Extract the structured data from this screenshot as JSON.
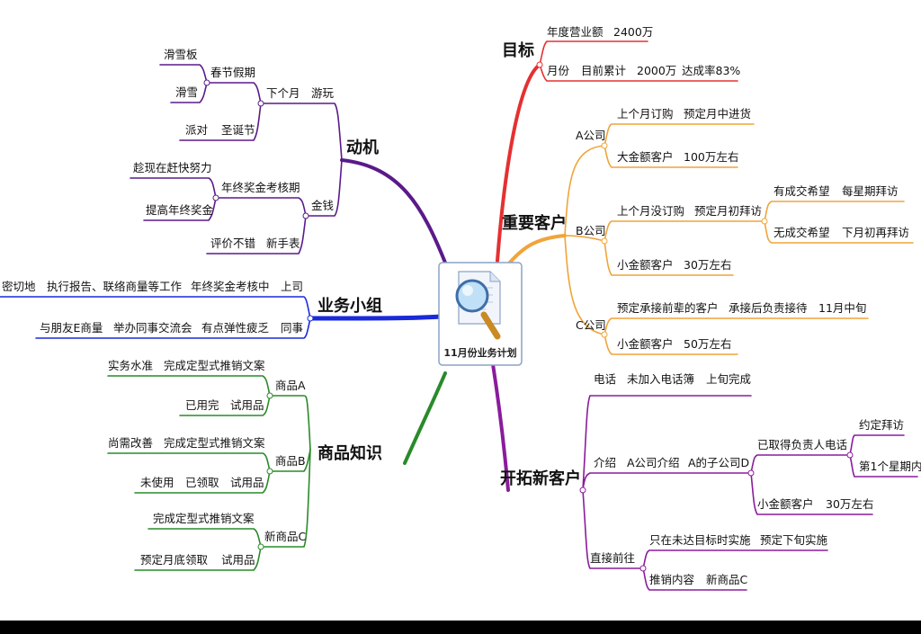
{
  "center": {
    "title": "11月份业务计划",
    "icon": "magnifier-document-icon"
  },
  "colors": {
    "goal": "#e53030",
    "keyClients": "#f0a43a",
    "newClients": "#8a1c9c",
    "motive": "#5a1a8a",
    "team": "#1a2ad8",
    "product": "#2a8a2a"
  },
  "branches": {
    "goal": {
      "label": "目标",
      "items": [
        "年度营业额",
        "2400万",
        "月份",
        "目前累计",
        "2000万",
        "达成率83%"
      ]
    },
    "keyClients": {
      "label": "重要客户",
      "items": [
        "A公司",
        "上个月订购",
        "预定月中进货",
        "大金额客户",
        "100万左右",
        "B公司",
        "上个月没订购",
        "预定月初拜访",
        "有成交希望",
        "每星期拜访",
        "无成交希望",
        "下月初再拜访",
        "小金额客户",
        "30万左右",
        "C公司",
        "预定承接前辈的客户",
        "承接后负责接待",
        "11月中旬",
        "小金额客户",
        "50万左右"
      ]
    },
    "newClients": {
      "label": "开拓新客户",
      "items": [
        "电话",
        "未加入电话簿",
        "上旬完成",
        "介绍",
        "A公司介绍",
        "A的子公司D",
        "已取得负责人电话",
        "约定拜访",
        "第1个星期内",
        "小金额客户",
        "30万左右",
        "直接前往",
        "只在未达目标时实施",
        "预定下旬实施",
        "推销内容",
        "新商品C"
      ]
    },
    "motive": {
      "label": "动机",
      "items": [
        "游玩",
        "下个月",
        "春节假期",
        "滑雪板",
        "滑雪",
        "圣诞节",
        "派对",
        "金钱",
        "年终奖金考核期",
        "趁现在赶快努力",
        "提高年终奖金",
        "新手表",
        "评价不错"
      ]
    },
    "team": {
      "label": "业务小组",
      "items": [
        "上司",
        "年终奖金考核中",
        "执行报告、联络商量等工作",
        "密切地",
        "同事",
        "有点弹性疲乏",
        "举办同事交流会",
        "与朋友E商量"
      ]
    },
    "product": {
      "label": "商品知识",
      "items": [
        "商品A",
        "完成定型式推销文案",
        "实务水准",
        "试用品",
        "已用完",
        "商品B",
        "完成定型式推销文案",
        "尚需改善",
        "试用品",
        "已领取",
        "未使用",
        "新商品C",
        "完成定型式推销文案",
        "试用品",
        "预定月底领取"
      ]
    }
  }
}
